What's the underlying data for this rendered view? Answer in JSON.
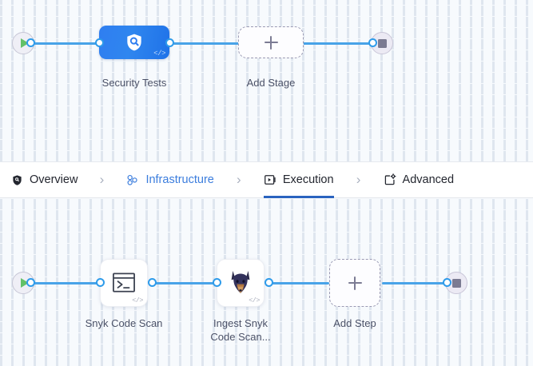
{
  "app": {
    "accent_blue": "#2a63bf",
    "link_blue": "#3b7ddd",
    "edge_blue": "#48a3e8",
    "canvas_bg": "#f7fafd"
  },
  "tabs": {
    "items": [
      {
        "id": "overview",
        "label": "Overview",
        "icon": "shield-icon",
        "active": false,
        "highlighted": false
      },
      {
        "id": "infrastructure",
        "label": "Infrastructure",
        "icon": "nodes-clover-icon",
        "active": false,
        "highlighted": true
      },
      {
        "id": "execution",
        "label": "Execution",
        "icon": "play-square-icon",
        "active": true,
        "highlighted": false
      },
      {
        "id": "advanced",
        "label": "Advanced",
        "icon": "settings-card-icon",
        "active": false,
        "highlighted": false
      }
    ],
    "separator": "›"
  },
  "pipeline_top": {
    "start_node": {
      "icon": "play-icon",
      "label": ""
    },
    "stage_node": {
      "label": "Security Tests",
      "icon": "shield-search-icon",
      "badge": "</>"
    },
    "add_stage": {
      "label": "Add Stage",
      "icon": "plus-icon"
    },
    "end_node": {
      "icon": "stop-icon",
      "label": ""
    }
  },
  "pipeline_bottom": {
    "start_node": {
      "icon": "play-icon",
      "label": ""
    },
    "steps": [
      {
        "label": "Snyk Code Scan",
        "icon": "terminal-icon",
        "badge": "</>"
      },
      {
        "label_line1": "Ingest Snyk",
        "label_line2": "Code Scan...",
        "icon": "snyk-doberman-icon",
        "badge": "</>"
      }
    ],
    "add_step": {
      "label": "Add Step",
      "icon": "plus-icon"
    },
    "end_node": {
      "icon": "stop-icon",
      "label": ""
    }
  }
}
